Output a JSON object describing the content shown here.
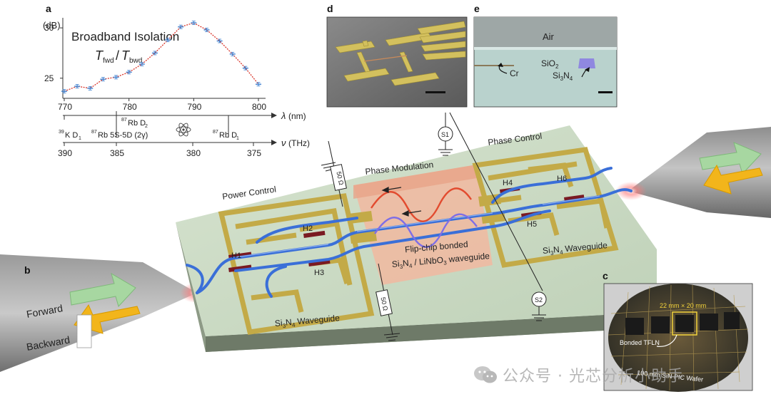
{
  "panel_labels": {
    "a": "a",
    "b": "b",
    "c": "c",
    "d": "d",
    "e": "e"
  },
  "chart_data": {
    "type": "line",
    "title": "Broadband Isolation",
    "subtitle": "T_fwd/T_bwd",
    "ylabel": "(dB)",
    "xlabel": "λ (nm)",
    "xlim": [
      770,
      800
    ],
    "ylim": [
      23,
      31
    ],
    "yticks": [
      25,
      30
    ],
    "xticks": [
      770,
      780,
      790,
      800
    ],
    "x": [
      770,
      772,
      774,
      776,
      778,
      780,
      782,
      784,
      786,
      788,
      790,
      792,
      794,
      796,
      798,
      800
    ],
    "values": [
      23.7,
      24.2,
      24.0,
      24.9,
      25.1,
      25.6,
      26.4,
      27.5,
      28.8,
      30.1,
      30.5,
      29.8,
      28.7,
      27.4,
      26.0,
      24.4
    ],
    "secondary_axis": {
      "label": "ν (THz)",
      "ticks": [
        390,
        385,
        380,
        375
      ]
    },
    "line_color": "#d9362b",
    "marker_color": "#3a7fd0",
    "annotations": [
      "⁸⁷Rb D₂",
      "⁸⁷Rb 5S-5D (2γ)",
      "³⁹K D₁",
      "⁸⁷Rb D₁"
    ]
  },
  "labels": {
    "subtitle_num": "T",
    "subtitle_num_sub": "fwd",
    "subtitle_den": "T",
    "subtitle_den_sub": "bwd",
    "lambda_unit": "(nm)",
    "nu_unit": "(THz)",
    "rb_d2": "Rb D",
    "rb_5s5d": "Rb 5S-5D (2γ)",
    "k_d1": "K D",
    "rb_d1": "Rb D",
    "iso87": "87",
    "iso39": "39",
    "sub1": "1",
    "sub2": "2",
    "power_control": "Power Control",
    "phase_modulation": "Phase Modulation",
    "phase_control": "Phase Control",
    "flip_chip_l1": "Flip-chip bonded",
    "flip_chip_l2a": "Si",
    "flip_chip_l2b": "N",
    "flip_chip_l2c": " / LiNbO",
    "flip_chip_l2d": " waveguide",
    "sub3": "3",
    "sub4": "4",
    "waveguide_a": "Si",
    "waveguide_b": "N",
    "waveguide_c": " Waveguide",
    "h1": "H1",
    "h2": "H2",
    "h3": "H3",
    "h4": "H4",
    "h5": "H5",
    "h6": "H6",
    "ohm_top": "50 Ω",
    "ohm_bottom": "50 Ω",
    "s1": "S1",
    "s2": "S2",
    "forward": "Forward",
    "backward": "Backward",
    "air": "Air",
    "sio2_a": "SiO",
    "si3n4_a": "Si",
    "si3n4_b": "N",
    "cr": "Cr",
    "wafer_dim": "22 mm × 20 mm",
    "bonded_tfln": "Bonded TFLN",
    "wafer_name": "100 mm SiN PIC Wafer"
  },
  "watermark": {
    "text": "公众号 · 光芯分析小助手"
  },
  "colors": {
    "chip_top": "#c9d8c3",
    "electrode": "#c9b04c",
    "waveguide": "#3a6fd8",
    "heater": "#7a1a22",
    "modulation_box": "#f2b9a2",
    "arrow_green": "#a7d7a1",
    "arrow_yellow": "#f2b51b"
  }
}
